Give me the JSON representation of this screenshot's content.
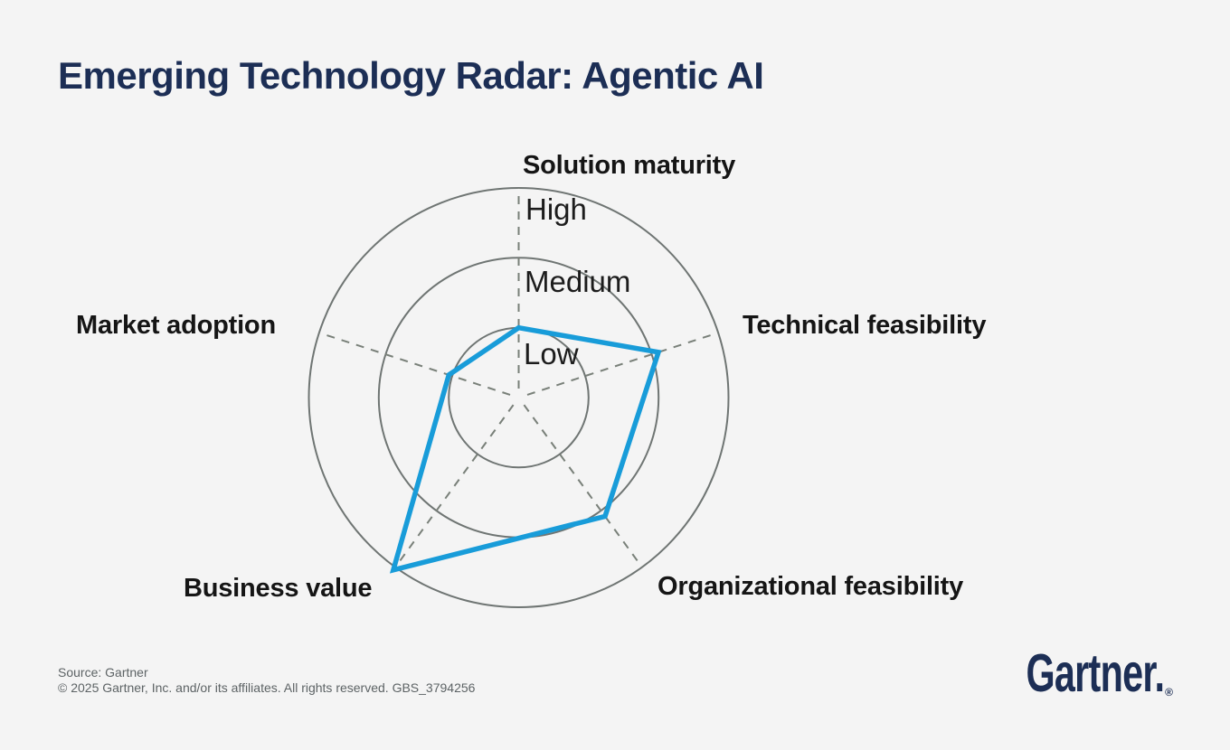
{
  "title": "Emerging Technology Radar: Agentic AI",
  "chart_data": {
    "type": "radar",
    "title": "Emerging Technology Radar: Agentic AI",
    "axes": [
      {
        "label": "Solution maturity",
        "value": 1.0,
        "level": "Low"
      },
      {
        "label": "Technical feasibility",
        "value": 2.1,
        "level": "Medium"
      },
      {
        "label": "Organizational feasibility",
        "value": 2.1,
        "level": "Medium"
      },
      {
        "label": "Business value",
        "value": 3.05,
        "level": "High"
      },
      {
        "label": "Market adoption",
        "value": 1.05,
        "level": "Low"
      }
    ],
    "ring_labels": [
      "Low",
      "Medium",
      "High"
    ],
    "scale": {
      "min": 0,
      "max": 3,
      "rings": 3
    },
    "legend": "none",
    "grid": "3 concentric circles with dashed radial axis lines from center"
  },
  "footer": {
    "source": "Source: Gartner",
    "copyright": "© 2025 Gartner, Inc. and/or its affiliates. All rights reserved. GBS_3794256"
  },
  "logo": {
    "text": "Gartner.",
    "registered": "®"
  },
  "colors": {
    "background": "#f4f4f4",
    "navy": "#1c2e55",
    "accent_blue": "#189cd9",
    "ring_gray": "#6f7573",
    "axis_dash_gray": "#798079",
    "label_black": "#151515",
    "source_gray": "#5d6365"
  }
}
